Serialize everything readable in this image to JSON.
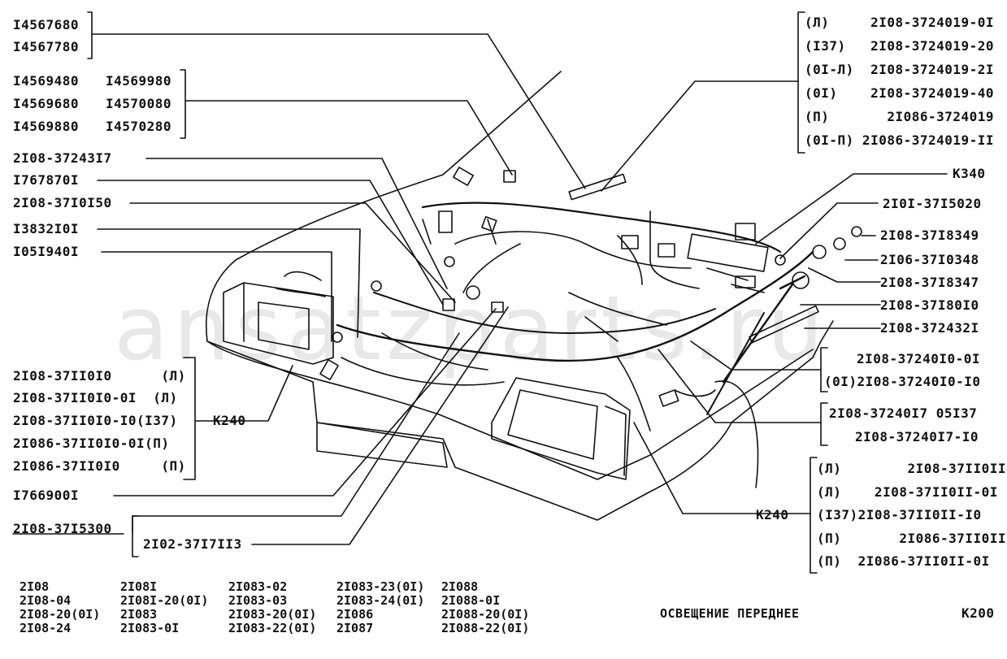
{
  "watermark": "ansatzparts.ru",
  "left_labels": {
    "g1": [
      "I4567680",
      "I4567780"
    ],
    "g2_left": [
      "I4569480",
      "I4569680",
      "I4569880"
    ],
    "g2_right": [
      "I4569980",
      "I4570080",
      "I4570280"
    ],
    "singles": [
      "2I08-37243I7",
      "I767870I",
      "2I08-37I0I50",
      "I3832I0I",
      "I05I940I"
    ],
    "headlight_left": [
      "2I08-37II0I0      (Л)",
      "2I08-37II0I0-0I  (Л)",
      "2I08-37II0I0-I0(I37)",
      "2I086-37II0I0-0I(П)",
      "2I086-37II0I0     (П)"
    ],
    "k240_left": "K240",
    "part_1766901": "I766900I",
    "part_2108_3715300": "2I08-37I5300",
    "part_2102_3717113": "2I02-37I7II3"
  },
  "right_labels": {
    "top_group": [
      "(Л)     2I08-3724019-0I",
      "(I37)   2I08-3724019-20",
      "(0I-Л)  2I08-3724019-2I",
      "(0I)    2I08-3724019-40",
      "(П)       2I086-3724019",
      "(0I-П) 2I086-3724019-II"
    ],
    "k340": "K340",
    "p1": "2I0I-37I5020",
    "p2": "2I08-37I8349",
    "p3": "2I06-37I0348",
    "p4": "2I08-37I8347",
    "p5": "2I08-37I80I0",
    "p6": "2I08-372432I",
    "group_b": [
      "2I08-37240I0-0I",
      "(0I)2I08-37240I0-I0"
    ],
    "group_c": [
      "2I08-37240I7 05I37",
      "2I08-37240I7-I0"
    ],
    "k240_right": "K240",
    "headlight_right": [
      "(Л)        2I08-37II0II",
      "(Л)    2I08-37II0II-0I",
      "(I37)2I08-37II0II-I0",
      "(П)       2I086-37II0II",
      "(П)  2I086-37II0II-0I"
    ]
  },
  "footer": {
    "models": [
      [
        "2I08",
        "2I08-04",
        "2I08-20(0I)",
        "2I08-24"
      ],
      [
        "2I08I",
        "2I08I-20(0I)",
        "2I083",
        "2I083-0I"
      ],
      [
        "2I083-02",
        "2I083-03",
        "2I083-20(0I)",
        "2I083-22(0I)"
      ],
      [
        "2I083-23(0I)",
        "2I083-24(0I)",
        "2I086",
        "2I087"
      ],
      [
        "2I088",
        "2I088-0I",
        "2I088-20(0I)",
        "2I088-22(0I)"
      ]
    ],
    "title": "ОСВЕЩЕНИЕ ПЕРЕДНЕЕ",
    "code": "K200"
  }
}
